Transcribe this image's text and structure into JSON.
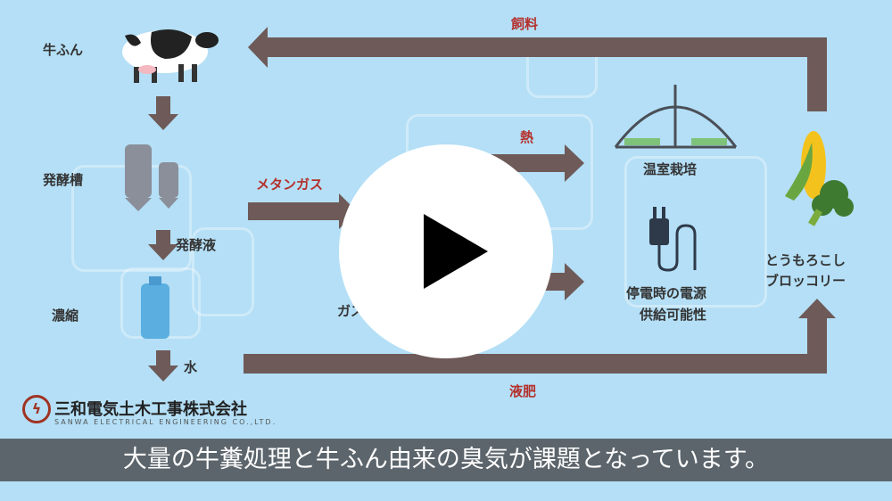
{
  "diagram": {
    "cow_dung": "牛ふん",
    "fermenter": "発酵槽",
    "fermented_liquid": "発酵液",
    "concentration": "濃縮",
    "water": "水",
    "methane_gas": "メタンガス",
    "gas_engine": "ガス",
    "heat": "熱",
    "feed": "飼料",
    "liquid_fertilizer": "液肥",
    "greenhouse": "温室栽培",
    "power_line1": "停電時の電源",
    "power_line2": "供給可能性",
    "crops_line1": "とうもろこし",
    "crops_line2": "ブロッコリー"
  },
  "logo": {
    "jp": "三和電気土木工事株式会社",
    "en": "SANWA ELECTRICAL ENGINEERING CO.,LTD."
  },
  "caption": "大量の牛糞処理と牛ふん由来の臭気が課題となっています。",
  "colors": {
    "background": "#b4dff6",
    "arrow": "#6e5a58",
    "accent": "#b4302c"
  }
}
